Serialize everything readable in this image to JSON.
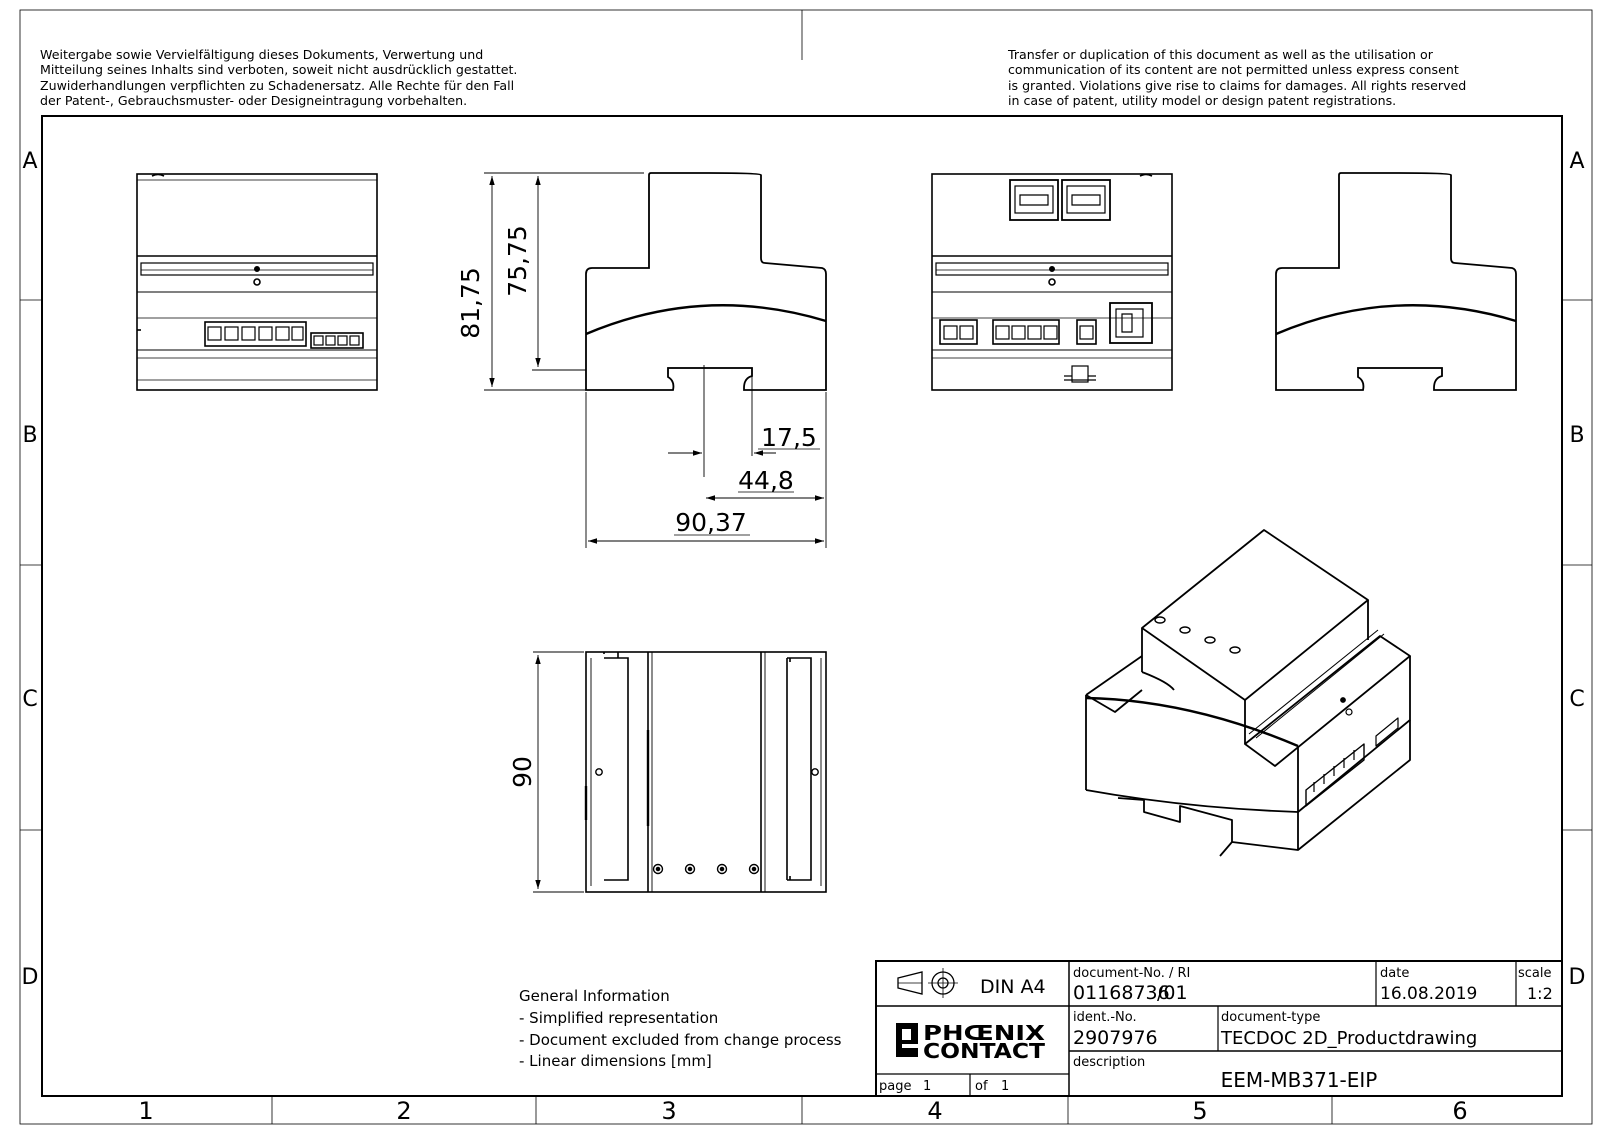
{
  "notice": {
    "de": [
      "Weitergabe sowie Vervielfältigung dieses Dokuments, Verwertung und",
      "Mitteilung seines Inhalts sind verboten, soweit nicht ausdrücklich gestattet.",
      "Zuwiderhandlungen verpflichten zu Schadenersatz. Alle Rechte für den Fall",
      "der Patent-, Gebrauchsmuster- oder Designeintragung vorbehalten."
    ],
    "en": [
      "Transfer or duplication of this document as well as the utilisation or",
      "communication of its content are not permitted unless express consent",
      "is granted. Violations give rise to claims for damages. All rights reserved",
      "in case of patent, utility model or design patent registrations."
    ]
  },
  "grid": {
    "rows": [
      "A",
      "B",
      "C",
      "D"
    ],
    "columns": [
      "1",
      "2",
      "3",
      "4",
      "5",
      "6"
    ]
  },
  "dimensions": {
    "height_total": "81,75",
    "height_body": "75,75",
    "rail_offset": "17,5",
    "rail_center": "44,8",
    "width": "90,37",
    "depth": "90"
  },
  "general_info": {
    "heading": "General Information",
    "items": [
      "- Simplified representation",
      "- Document excluded from change process",
      "- Linear dimensions [mm]"
    ]
  },
  "title_block": {
    "format": "DIN A4",
    "doc_no_label": "document-No. / RI",
    "doc_no": "01168736",
    "revision": "/01",
    "date_label": "date",
    "date": "16.08.2019",
    "scale_label": "scale",
    "scale": "1:2",
    "logo_line1": "PHŒNIX",
    "logo_line2": "CONTACT",
    "ident_label": "ident.-No.",
    "ident": "2907976",
    "doctype_label": "document-type",
    "doctype": "TECDOC 2D_Productdrawing",
    "description_label": "description",
    "description": "EEM-MB371-EIP",
    "page_label": "page",
    "page": "1",
    "of_label": "of",
    "of": "1"
  }
}
